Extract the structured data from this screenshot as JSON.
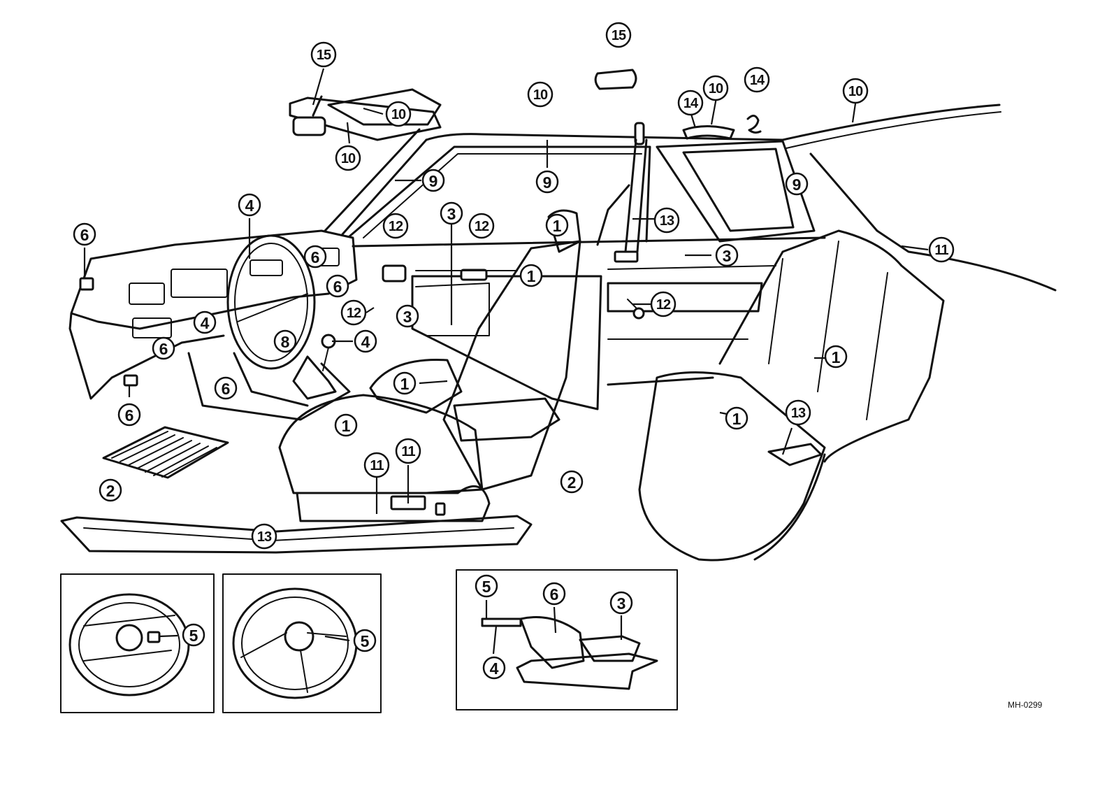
{
  "diagram_code": "MH-0299",
  "callouts": [
    {
      "id": "c-15-a",
      "label": "15"
    },
    {
      "id": "c-15-b",
      "label": "15"
    },
    {
      "id": "c-10-a",
      "label": "10"
    },
    {
      "id": "c-10-b",
      "label": "10"
    },
    {
      "id": "c-10-c",
      "label": "10"
    },
    {
      "id": "c-10-d",
      "label": "10"
    },
    {
      "id": "c-10-e",
      "label": "10"
    },
    {
      "id": "c-14-a",
      "label": "14"
    },
    {
      "id": "c-14-b",
      "label": "14"
    },
    {
      "id": "c-9-a",
      "label": "9"
    },
    {
      "id": "c-9-b",
      "label": "9"
    },
    {
      "id": "c-9-c",
      "label": "9"
    },
    {
      "id": "c-13-a",
      "label": "13"
    },
    {
      "id": "c-13-b",
      "label": "13"
    },
    {
      "id": "c-13-c",
      "label": "13"
    },
    {
      "id": "c-11-a",
      "label": "11"
    },
    {
      "id": "c-11-b",
      "label": "11"
    },
    {
      "id": "c-11-c",
      "label": "11"
    },
    {
      "id": "c-12-a",
      "label": "12"
    },
    {
      "id": "c-12-b",
      "label": "12"
    },
    {
      "id": "c-12-c",
      "label": "12"
    },
    {
      "id": "c-12-d",
      "label": "12"
    },
    {
      "id": "c-3-a",
      "label": "3"
    },
    {
      "id": "c-3-b",
      "label": "3"
    },
    {
      "id": "c-3-c",
      "label": "3"
    },
    {
      "id": "c-3-d",
      "label": "3"
    },
    {
      "id": "c-1-a",
      "label": "1"
    },
    {
      "id": "c-1-b",
      "label": "1"
    },
    {
      "id": "c-1-c",
      "label": "1"
    },
    {
      "id": "c-1-d",
      "label": "1"
    },
    {
      "id": "c-1-e",
      "label": "1"
    },
    {
      "id": "c-1-f",
      "label": "1"
    },
    {
      "id": "c-4-a",
      "label": "4"
    },
    {
      "id": "c-4-b",
      "label": "4"
    },
    {
      "id": "c-4-c",
      "label": "4"
    },
    {
      "id": "c-4-d",
      "label": "4"
    },
    {
      "id": "c-6-a",
      "label": "6"
    },
    {
      "id": "c-6-b",
      "label": "6"
    },
    {
      "id": "c-6-c",
      "label": "6"
    },
    {
      "id": "c-6-d",
      "label": "6"
    },
    {
      "id": "c-6-e",
      "label": "6"
    },
    {
      "id": "c-6-f",
      "label": "6"
    },
    {
      "id": "c-6-g",
      "label": "6"
    },
    {
      "id": "c-8-a",
      "label": "8"
    },
    {
      "id": "c-2-a",
      "label": "2"
    },
    {
      "id": "c-2-b",
      "label": "2"
    },
    {
      "id": "c-5-a",
      "label": "5"
    },
    {
      "id": "c-5-b",
      "label": "5"
    },
    {
      "id": "c-5-c",
      "label": "5"
    }
  ]
}
